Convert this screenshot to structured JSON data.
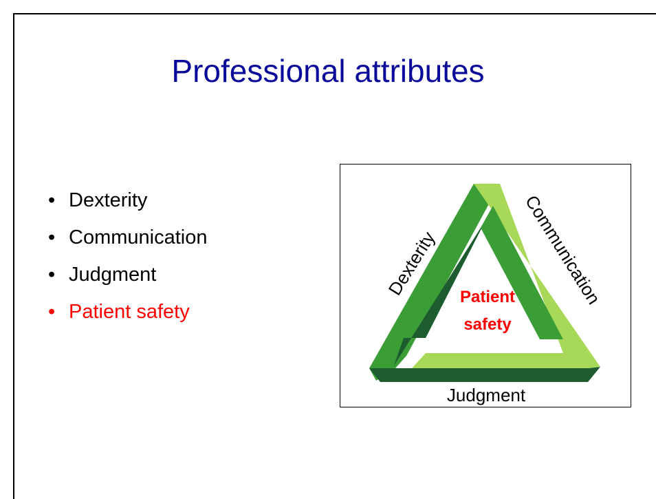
{
  "slide": {
    "title": "Professional attributes",
    "bullets": [
      {
        "text": "Dexterity",
        "highlight": false
      },
      {
        "text": "Communication",
        "highlight": false
      },
      {
        "text": "Judgment",
        "highlight": false
      },
      {
        "text": "Patient safety",
        "highlight": true
      }
    ],
    "bullet_symbol": "•",
    "colors": {
      "title": "#0a0a9a",
      "highlight": "#ff0000",
      "green_dark": "#1d5c2e",
      "green_mid": "#3a9d35",
      "green_light": "#a8d858"
    }
  },
  "diagram": {
    "labels": {
      "left_side": "Dexterity",
      "right_side": "Communication",
      "bottom": "Judgment",
      "center_line1": "Patient",
      "center_line2": "safety"
    }
  }
}
